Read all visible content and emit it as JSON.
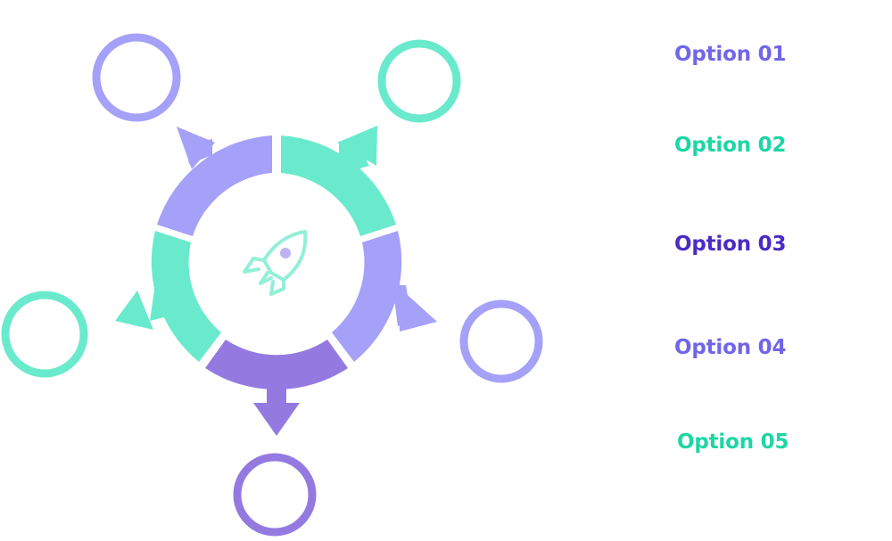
{
  "options": [
    {
      "label": "Option 01",
      "color": "#7165e8"
    },
    {
      "label": "Option 02",
      "color": "#1dd6a4"
    },
    {
      "label": "Option 03",
      "color": "#4a2bc4"
    },
    {
      "label": "Option 04",
      "color": "#7165e8"
    },
    {
      "label": "Option 05",
      "color": "#1dd6a4"
    }
  ],
  "colors": {
    "lavender": "#a5a0f8",
    "mint": "#6aeacc",
    "purple": "#947ae0",
    "rocket_outline": "#92f0d8",
    "rocket_window": "#bdb2f2"
  },
  "center_icon": "rocket-icon"
}
